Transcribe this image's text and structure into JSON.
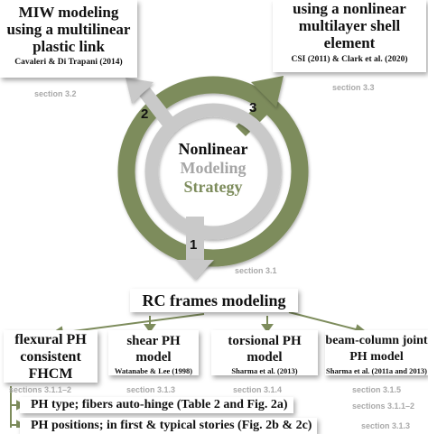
{
  "miw_box": {
    "lines": [
      "MIW modeling",
      "using a multilinear",
      "plastic link"
    ],
    "citation": "Cavaleri & Di Trapani (2014)"
  },
  "shell_box": {
    "lines": [
      "using a nonlinear",
      "multilayer shell",
      "element"
    ],
    "citation": "CSI (2011) & Clark et al. (2020)"
  },
  "center": {
    "line1": "Nonlinear",
    "line2": "Modeling",
    "line3": "Strategy"
  },
  "arrow_numbers": [
    "1",
    "2",
    "3"
  ],
  "sections": {
    "s32": "section 3.2",
    "s33": "section 3.3",
    "s31": "section 3.1",
    "s3112": "sections 3.1.1–2",
    "s313": "section 3.1.3",
    "s314": "section 3.1.4",
    "s315": "section 3.1.5",
    "s3112b": "sections 3.1.1–2",
    "s3113": "section 3.1.3"
  },
  "rc_frames": "RC frames modeling",
  "categories": [
    {
      "lines": [
        "flexural PH",
        "consistent",
        "FHCM"
      ],
      "citation": ""
    },
    {
      "lines": [
        "shear PH",
        "model"
      ],
      "citation": "Watanabe & Lee (1998)"
    },
    {
      "lines": [
        "torsional PH",
        "model"
      ],
      "citation": "Sharma et al. (2013)"
    },
    {
      "lines": [
        "beam-column joint",
        "PH model"
      ],
      "citation": "Sharma et al. (2011a and 2013)"
    }
  ],
  "bottom_items": [
    "PH type; fibers auto-hinge (Table 2 and Fig. 2a)",
    "PH positions; in first & typical stories (Fig. 2b & 2c)"
  ],
  "colors": {
    "olive": "#7d8c5c",
    "gray": "#c9c9c9",
    "section_gray": "#a9a9a9"
  }
}
